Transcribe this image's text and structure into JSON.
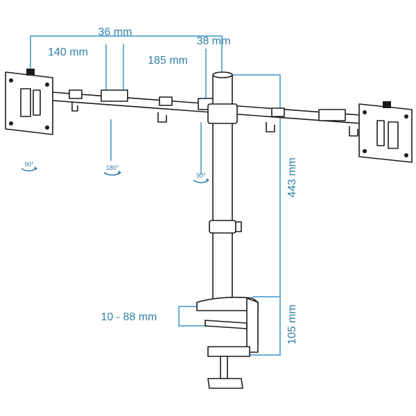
{
  "dimensions": {
    "top_span": "36 mm",
    "left_arm": "140 mm",
    "middle_arm": "185 mm",
    "right_offset": "38 mm",
    "pole_height": "443 mm",
    "clamp_height": "105 mm",
    "clamp_range": "10 - 88 mm"
  },
  "rotations": {
    "left_plate": "90°",
    "left_joint": "180°",
    "center_joint": "90°"
  },
  "colors": {
    "dimension_line": "#6aaed6",
    "dimension_text": "#2f7fa6",
    "outline": "#1a1a1a"
  }
}
